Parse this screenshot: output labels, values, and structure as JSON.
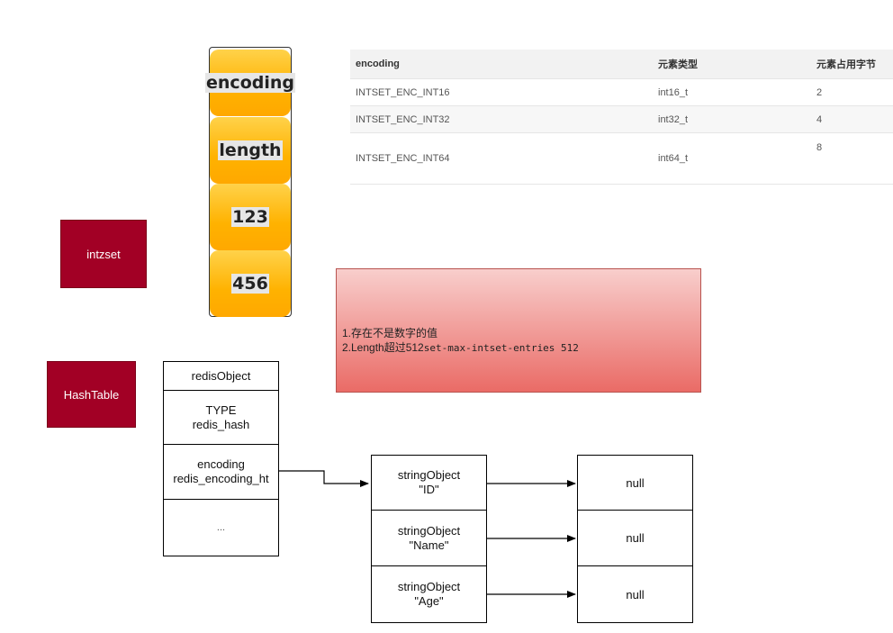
{
  "intset": {
    "label": "intzset",
    "cells": [
      "encoding",
      "length",
      "123",
      "456"
    ]
  },
  "encoding_table": {
    "headers": [
      "encoding",
      "元素类型",
      "元素占用字节"
    ],
    "rows": [
      [
        "INTSET_ENC_INT16",
        "int16_t",
        "2"
      ],
      [
        "INTSET_ENC_INT32",
        "int32_t",
        "4"
      ],
      [
        "INTSET_ENC_INT64",
        "int64_t",
        "8"
      ]
    ]
  },
  "note": {
    "line1": "1.存在不是数字的值",
    "line2_prefix": "2.Length超过512",
    "line2_code": "set-max-intset-entries 512"
  },
  "hashtable": {
    "label": "HashTable",
    "redis_object": {
      "title": "redisObject",
      "type_line1": "TYPE",
      "type_line2": "redis_hash",
      "encoding_line1": "encoding",
      "encoding_line2": "redis_encoding_ht",
      "more": "..."
    },
    "entries": [
      {
        "key_line1": "stringObject",
        "key_line2": "\"ID\"",
        "value": "null"
      },
      {
        "key_line1": "stringObject",
        "key_line2": "\"Name\"",
        "value": "null"
      },
      {
        "key_line1": "stringObject",
        "key_line2": "\"Age\"",
        "value": "null"
      }
    ]
  },
  "colors": {
    "cell_fill": "#ffb200",
    "label_fill": "#a20025",
    "note_fill_top": "#f8cecc",
    "note_fill_bottom": "#ea6b66"
  }
}
